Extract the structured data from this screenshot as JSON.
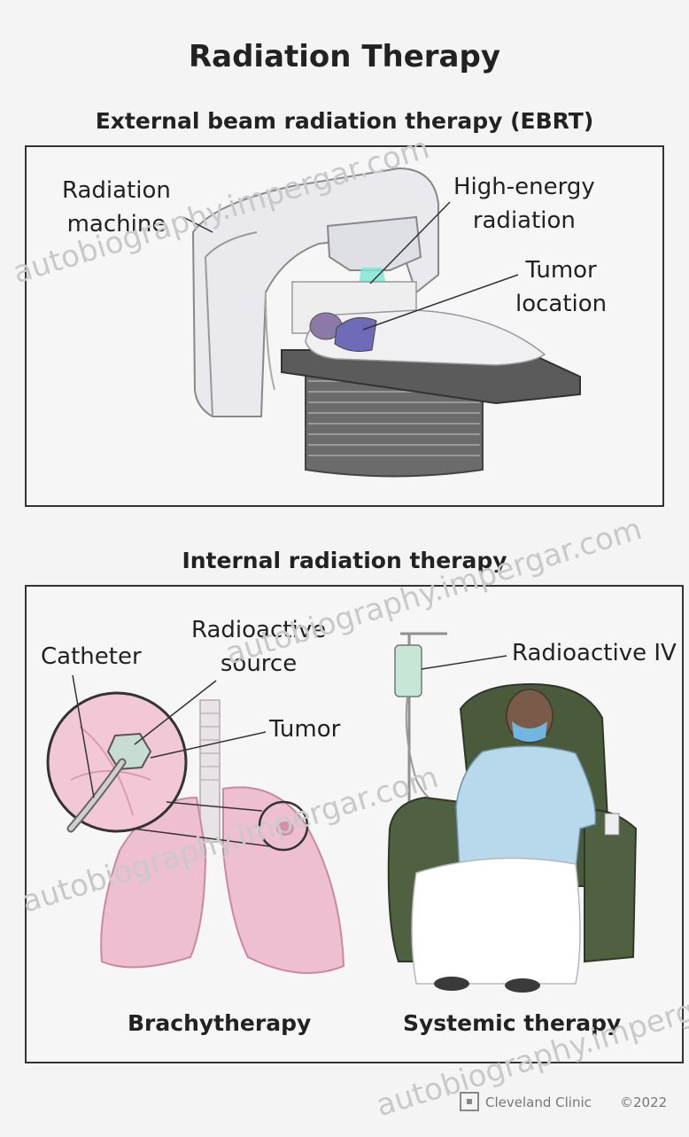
{
  "title": "Radiation Therapy",
  "ebrt": {
    "heading": "External beam radiation therapy (EBRT)",
    "labels": {
      "radiation_machine": [
        "Radiation",
        "machine"
      ],
      "high_energy": [
        "High-energy",
        "radiation"
      ],
      "tumor_location": [
        "Tumor",
        "location"
      ]
    }
  },
  "internal": {
    "heading": "Internal radiation therapy",
    "labels": {
      "catheter": "Catheter",
      "radioactive_source": [
        "Radioactive",
        "source"
      ],
      "tumor": "Tumor",
      "radioactive_iv": "Radioactive IV"
    },
    "captions": {
      "brachy": "Brachytherapy",
      "systemic": "Systemic therapy"
    }
  },
  "footer": {
    "brand": "Cleveland Clinic",
    "copyright": "©2022"
  },
  "watermark": "autobiography.impergar.com"
}
